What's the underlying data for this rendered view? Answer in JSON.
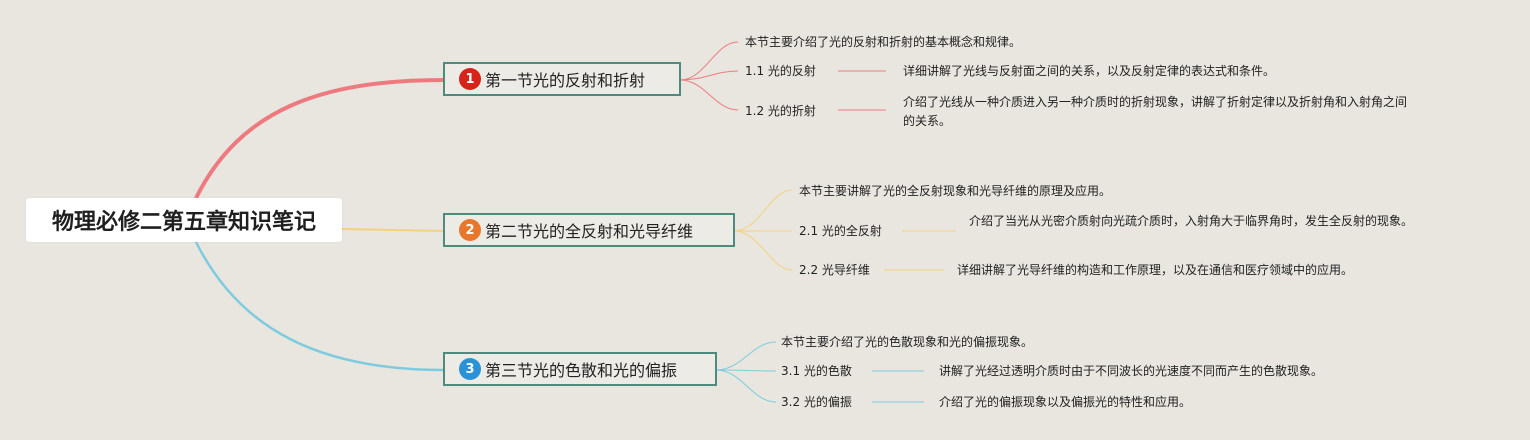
{
  "root": {
    "title": "物理必修二第五章知识笔记"
  },
  "colors": {
    "branch1": "#ee7a80",
    "branch2": "#f4d27d",
    "branch3": "#7ecbe0",
    "badge1": "#d8231a",
    "badge2": "#e8762b",
    "badge3": "#2c92d8",
    "node_border": "#4f8a7e"
  },
  "sections": [
    {
      "number": "1",
      "title": "第一节光的反射和折射",
      "summary": "本节主要介绍了光的反射和折射的基本概念和规律。",
      "items": [
        {
          "label": "1.1 光的反射",
          "desc": "详细讲解了光线与反射面之间的关系，以及反射定律的表达式和条件。"
        },
        {
          "label": "1.2 光的折射",
          "desc": "介绍了光线从一种介质进入另一种介质时的折射现象，讲解了折射定律以及折射角和入射角之间的关系。"
        }
      ]
    },
    {
      "number": "2",
      "title": "第二节光的全反射和光导纤维",
      "summary": "本节主要讲解了光的全反射现象和光导纤维的原理及应用。",
      "items": [
        {
          "label": "2.1 光的全反射",
          "desc": "介绍了当光从光密介质射向光疏介质时，入射角大于临界角时，发生全反射的现象。"
        },
        {
          "label": "2.2 光导纤维",
          "desc": "详细讲解了光导纤维的构造和工作原理，以及在通信和医疗领域中的应用。"
        }
      ]
    },
    {
      "number": "3",
      "title": "第三节光的色散和光的偏振",
      "summary": "本节主要介绍了光的色散现象和光的偏振现象。",
      "items": [
        {
          "label": "3.1 光的色散",
          "desc": "讲解了光经过透明介质时由于不同波长的光速度不同而产生的色散现象。"
        },
        {
          "label": "3.2 光的偏振",
          "desc": "介绍了光的偏振现象以及偏振光的特性和应用。"
        }
      ]
    }
  ]
}
